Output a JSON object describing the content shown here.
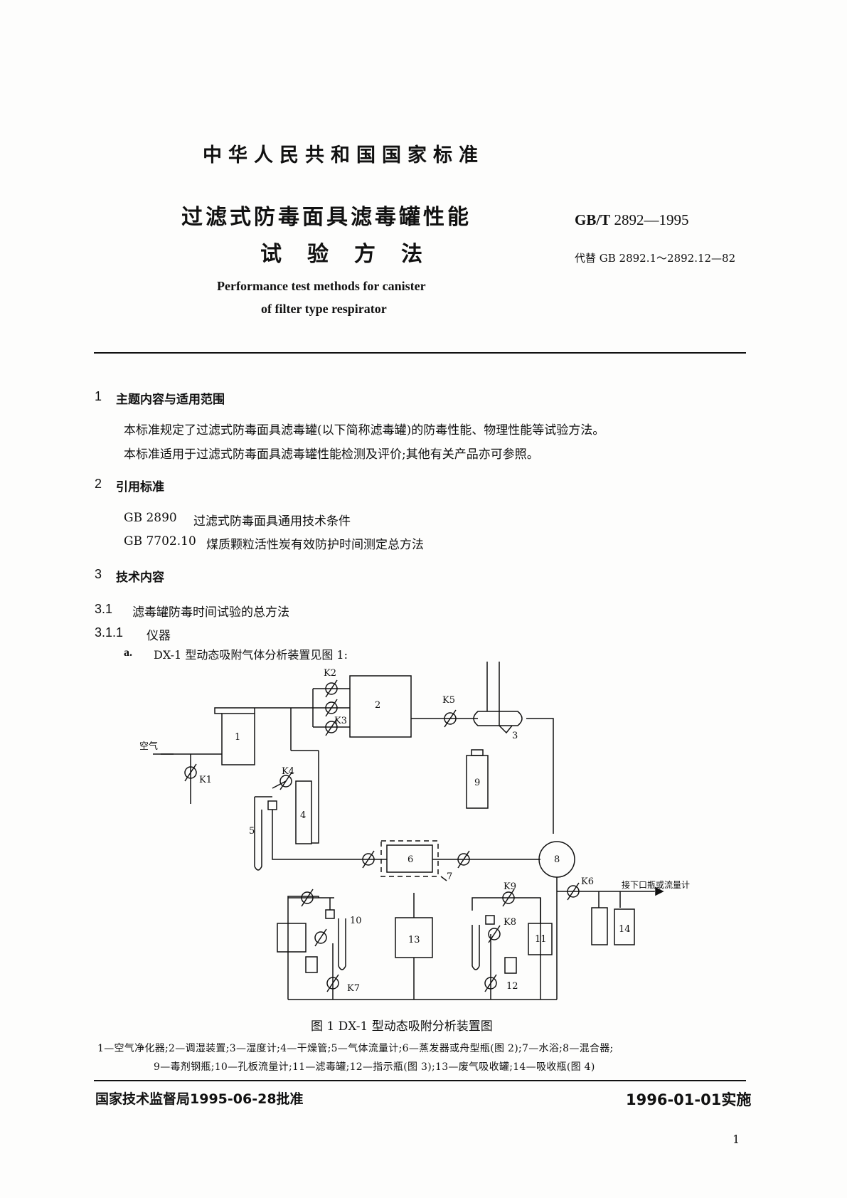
{
  "header": {
    "national_standard": "中华人民共和国国家标准",
    "title_line1": "过滤式防毒面具滤毒罐性能",
    "title_line2": "试验方法",
    "std_prefix": "GB/T",
    "std_number": "2892—1995",
    "replaces": "代替 GB 2892.1～2892.12—82",
    "en_title_line1": "Performance test methods for canister",
    "en_title_line2": "of filter type respirator"
  },
  "section1": {
    "number": "1",
    "title": "主题内容与适用范围",
    "p1": "本标准规定了过滤式防毒面具滤毒罐(以下简称滤毒罐)的防毒性能、物理性能等试验方法。",
    "p2": "本标准适用于过滤式防毒面具滤毒罐性能检测及评价;其他有关产品亦可参照。"
  },
  "section2": {
    "number": "2",
    "title": "引用标准",
    "refs": [
      {
        "code": "GB 2890",
        "name": "过滤式防毒面具通用技术条件"
      },
      {
        "code": "GB 7702.10",
        "name": "煤质颗粒活性炭有效防护时间测定总方法"
      }
    ]
  },
  "section3": {
    "number": "3",
    "title": "技术内容",
    "s31_number": "3.1",
    "s31_title": "滤毒罐防毒时间试验的总方法",
    "s311_number": "3.1.1",
    "s311_title": "仪器",
    "item_a_mark": "a.",
    "item_a_text": "DX-1 型动态吸附气体分析装置见图 1:"
  },
  "figure": {
    "labels": {
      "air": "空气",
      "k1": "K1",
      "k2": "K2",
      "k3": "K3",
      "k4": "K4",
      "k5": "K5",
      "k6": "K6",
      "k7": "K7",
      "k8": "K8",
      "k9": "K9",
      "n1": "1",
      "n2": "2",
      "n3": "3",
      "n4": "4",
      "n5": "5",
      "n6": "6",
      "n7": "7",
      "n8": "8",
      "n9": "9",
      "n10": "10",
      "n11": "11",
      "n12": "12",
      "n13": "13",
      "n14": "14",
      "outlet": "接下口瓶或流量计"
    },
    "caption": "图 1   DX-1 型动态吸附分析装置图",
    "legend_line1": "1—空气净化器;2—调湿装置;3—湿度计;4—干燥管;5—气体流量计;6—蒸发器或舟型瓶(图 2);7—水浴;8—混合器;",
    "legend_line2": "9—毒剂钢瓶;10—孔板流量计;11—滤毒罐;12—指示瓶(图 3);13—废气吸收罐;14—吸收瓶(图 4)"
  },
  "footer": {
    "approval": "国家技术监督局1995-06-28批准",
    "effective": "1996-01-01实施",
    "page_number": "1"
  }
}
